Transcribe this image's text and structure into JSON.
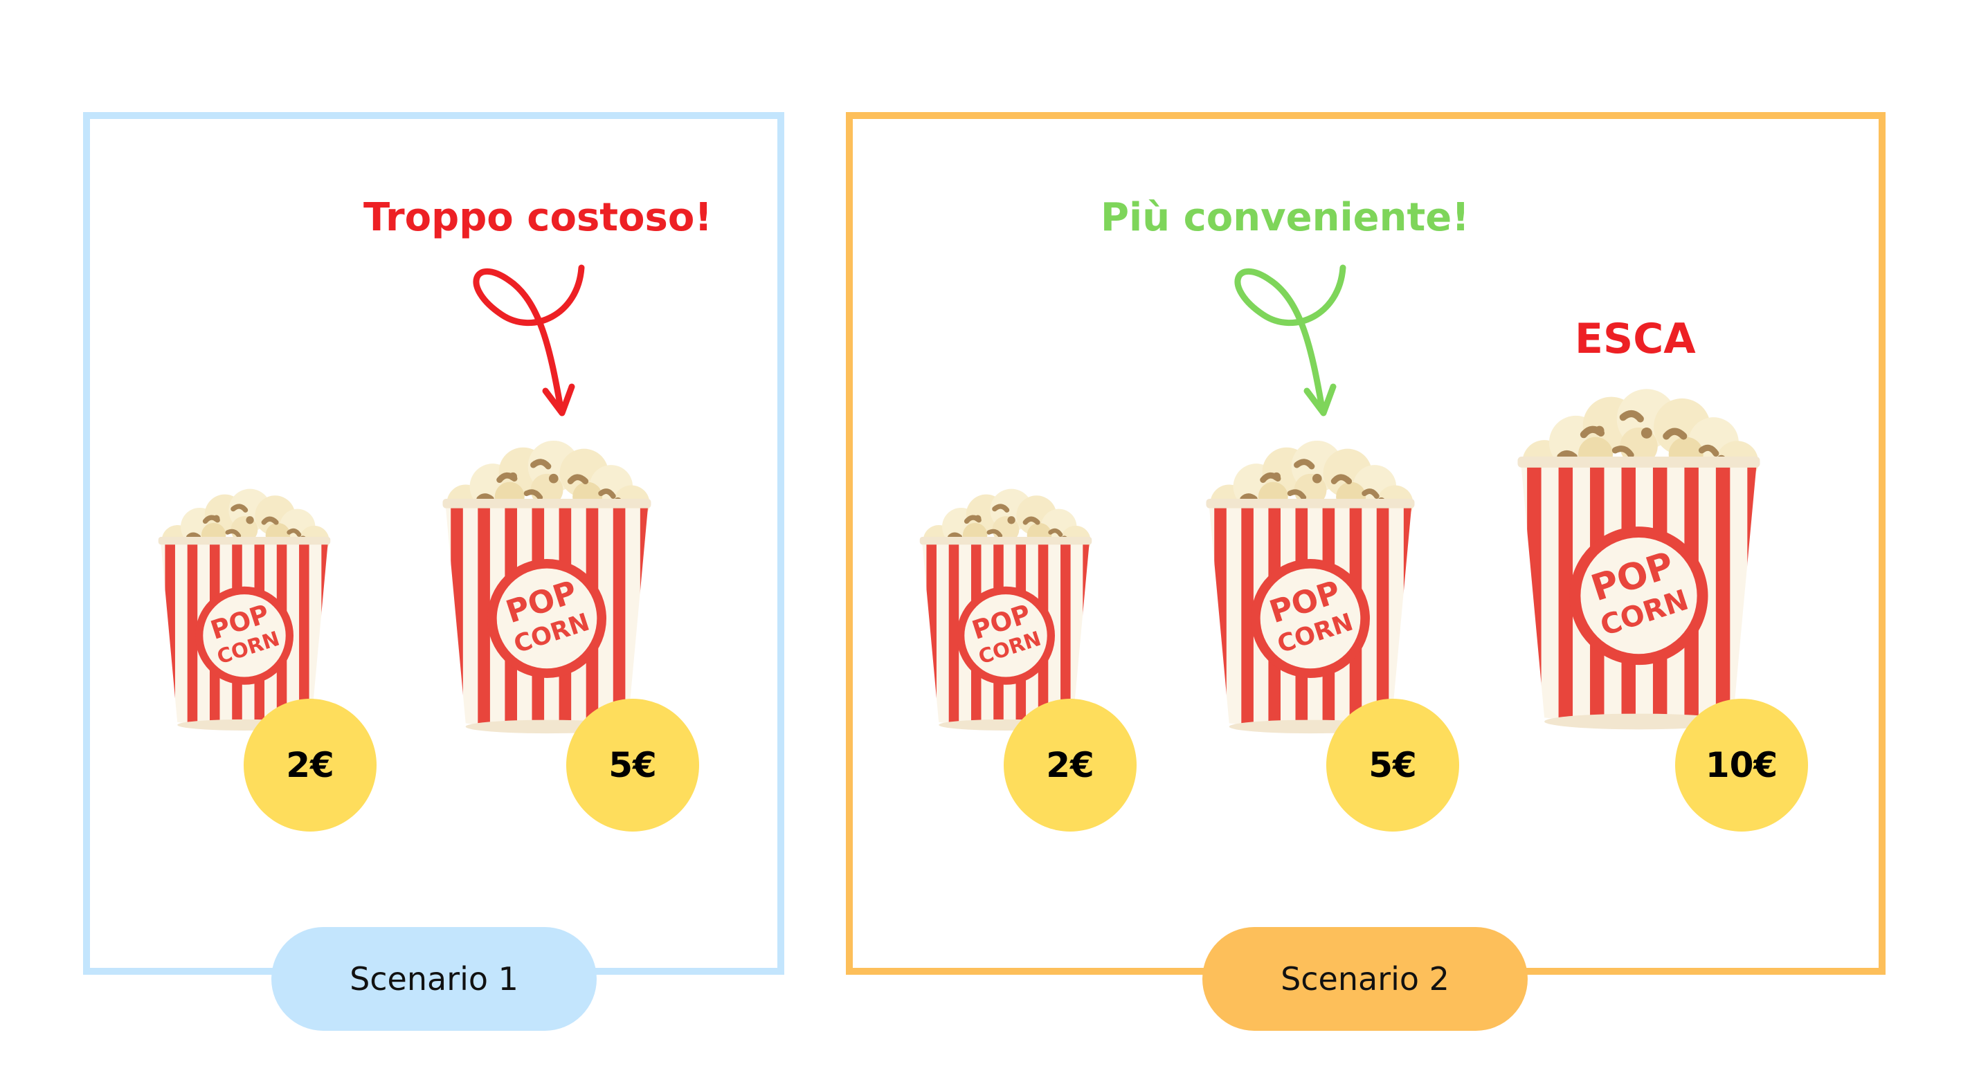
{
  "scenario1": {
    "label": "Scenario 1",
    "annotation": "Troppo costoso!",
    "items": [
      {
        "price": "2€",
        "bucket_text": [
          "POP",
          "CORN"
        ]
      },
      {
        "price": "5€",
        "bucket_text": [
          "POP",
          "CORN"
        ]
      }
    ]
  },
  "scenario2": {
    "label": "Scenario 2",
    "annotation": "Più conveniente!",
    "decoy_label": "ESCA",
    "items": [
      {
        "price": "2€",
        "bucket_text": [
          "POP",
          "CORN"
        ]
      },
      {
        "price": "5€",
        "bucket_text": [
          "POP",
          "CORN"
        ]
      },
      {
        "price": "10€",
        "bucket_text": [
          "POP",
          "CORN"
        ]
      }
    ]
  },
  "colors": {
    "scenario1_accent": "#c3e5fd",
    "scenario2_accent": "#fdbf5a",
    "warning_red": "#ed2024",
    "positive_green": "#7ed55a",
    "price_badge": "#fedd5c",
    "stripe_red": "#e8453c"
  },
  "icons": {
    "bucket": "popcorn-bucket-icon",
    "arrow": "curly-arrow-icon"
  }
}
